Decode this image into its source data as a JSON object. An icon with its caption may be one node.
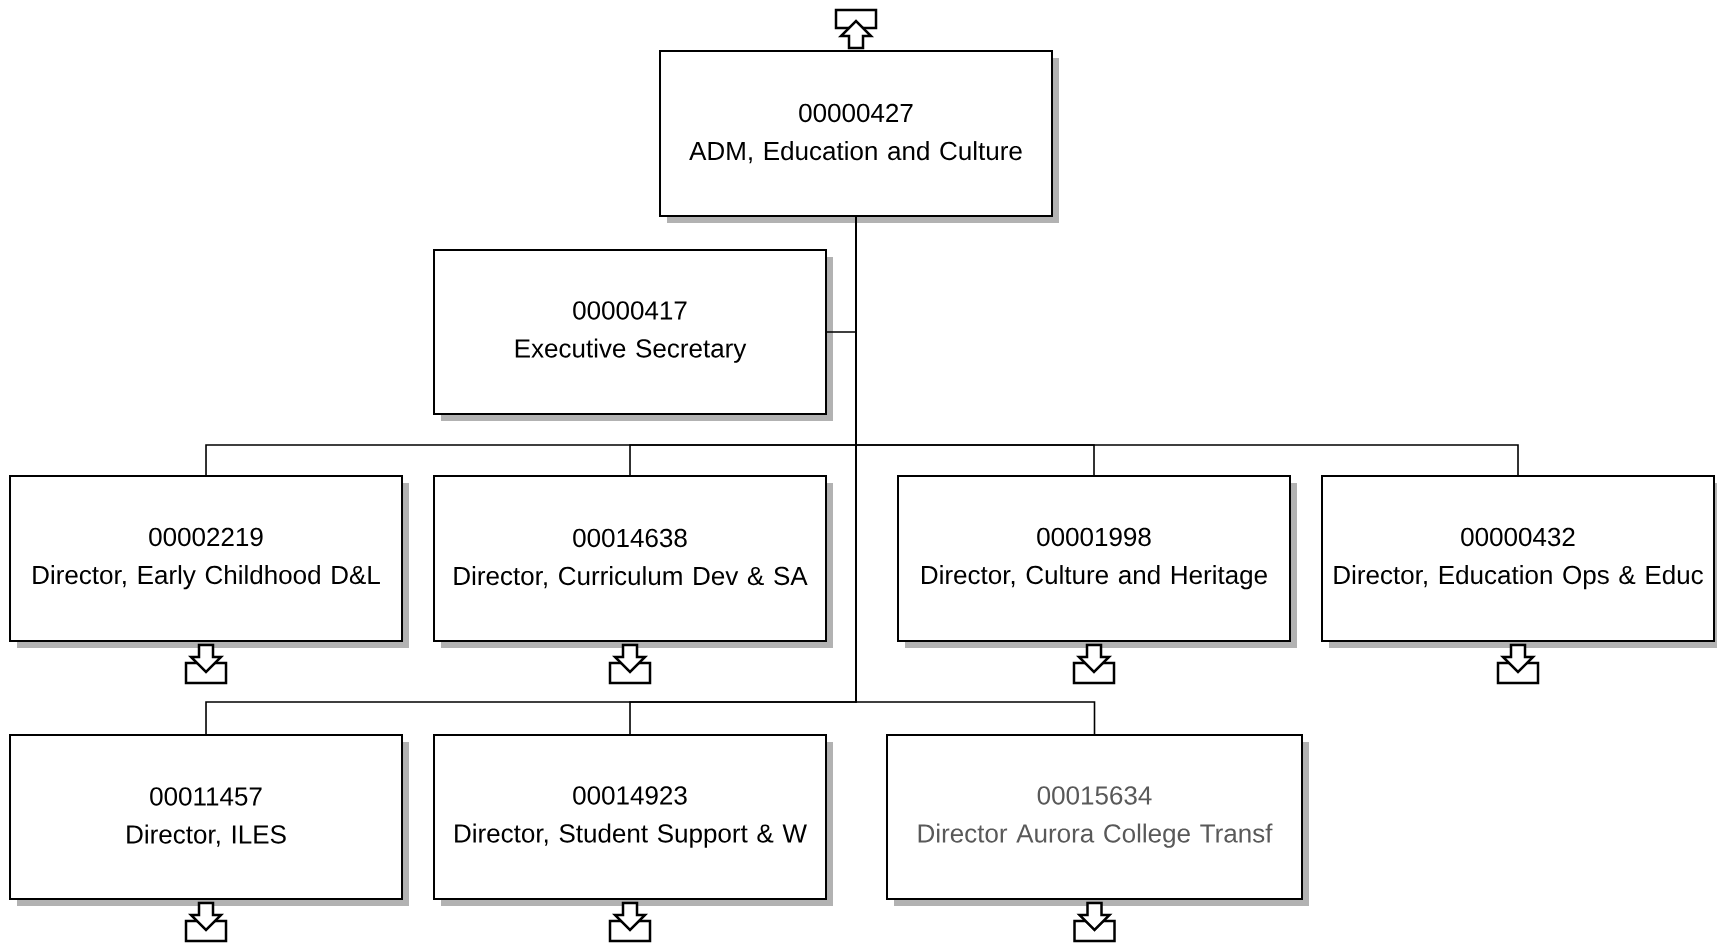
{
  "diagram": {
    "nodes": [
      {
        "text": [
          "00000427",
          "ADM, Education and Culture"
        ]
      },
      {
        "text": [
          "00000417",
          "Executive Secretary"
        ]
      },
      {
        "text": [
          "00002219",
          "Director, Early Childhood D&L"
        ]
      },
      {
        "text": [
          "00014638",
          "Director, Curriculum Dev & SA"
        ]
      },
      {
        "text": [
          "00001998",
          "Director, Culture and Heritage"
        ]
      },
      {
        "text": [
          "00000432",
          "Director, Education Ops & Educ"
        ]
      },
      {
        "text": [
          "00011457",
          "Director, ILES"
        ]
      },
      {
        "text": [
          "00014923",
          "Director, Student Support & W"
        ]
      },
      {
        "text": [
          "00015634",
          "Director Aurora College Transf"
        ]
      }
    ],
    "edges": [
      {
        "from": 0,
        "to": 1,
        "arrow": "none"
      },
      {
        "from": 0,
        "to": 2,
        "arrow": "none"
      },
      {
        "from": 0,
        "to": 3,
        "arrow": "none"
      },
      {
        "from": 0,
        "to": 4,
        "arrow": "none"
      },
      {
        "from": 0,
        "to": 5,
        "arrow": "none"
      },
      {
        "from": 0,
        "to": 6,
        "arrow": "none"
      },
      {
        "from": 0,
        "to": 7,
        "arrow": "none"
      },
      {
        "from": 0,
        "to": 8,
        "arrow": "none"
      }
    ]
  }
}
